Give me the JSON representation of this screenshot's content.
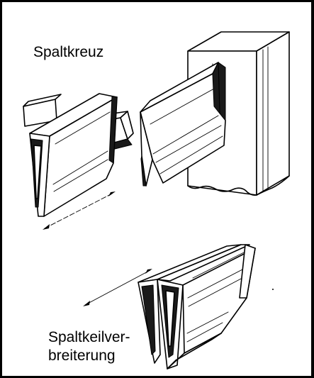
{
  "labels": {
    "spaltkreuz": "Spaltkreuz",
    "spaltkeil_line1": "Spaltkeilver-",
    "spaltkeil_line2": "breiterung"
  },
  "colors": {
    "ink": "#000000",
    "paper": "#ffffff"
  }
}
